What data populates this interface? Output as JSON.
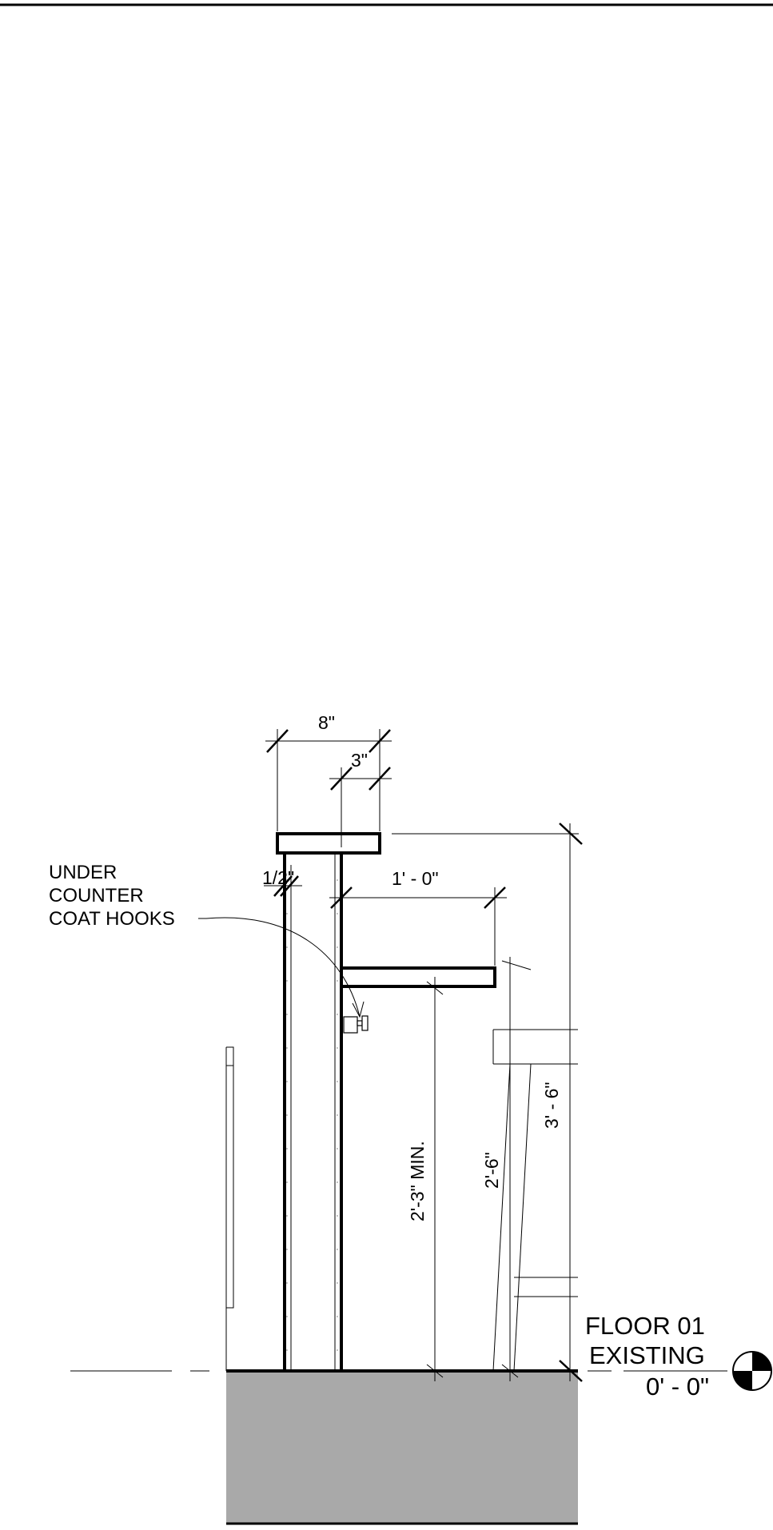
{
  "dimensions": {
    "counter_depth": "8\"",
    "panel_offset": "3\"",
    "panel_thickness": "1/2\"",
    "shelf_depth": "1' - 0\"",
    "clear_height": "2'-3\" MIN.",
    "seat_height": "2'-6\"",
    "counter_height": "3' - 6\""
  },
  "callout": {
    "line1": "UNDER",
    "line2": "COUNTER",
    "line3": "COAT HOOKS"
  },
  "level": {
    "name_line1": "FLOOR 01",
    "name_line2": "EXISTING",
    "elevation": "0' - 0\""
  },
  "colors": {
    "line": "#000000",
    "earth": "#a9a9a9",
    "background": "#ffffff"
  }
}
